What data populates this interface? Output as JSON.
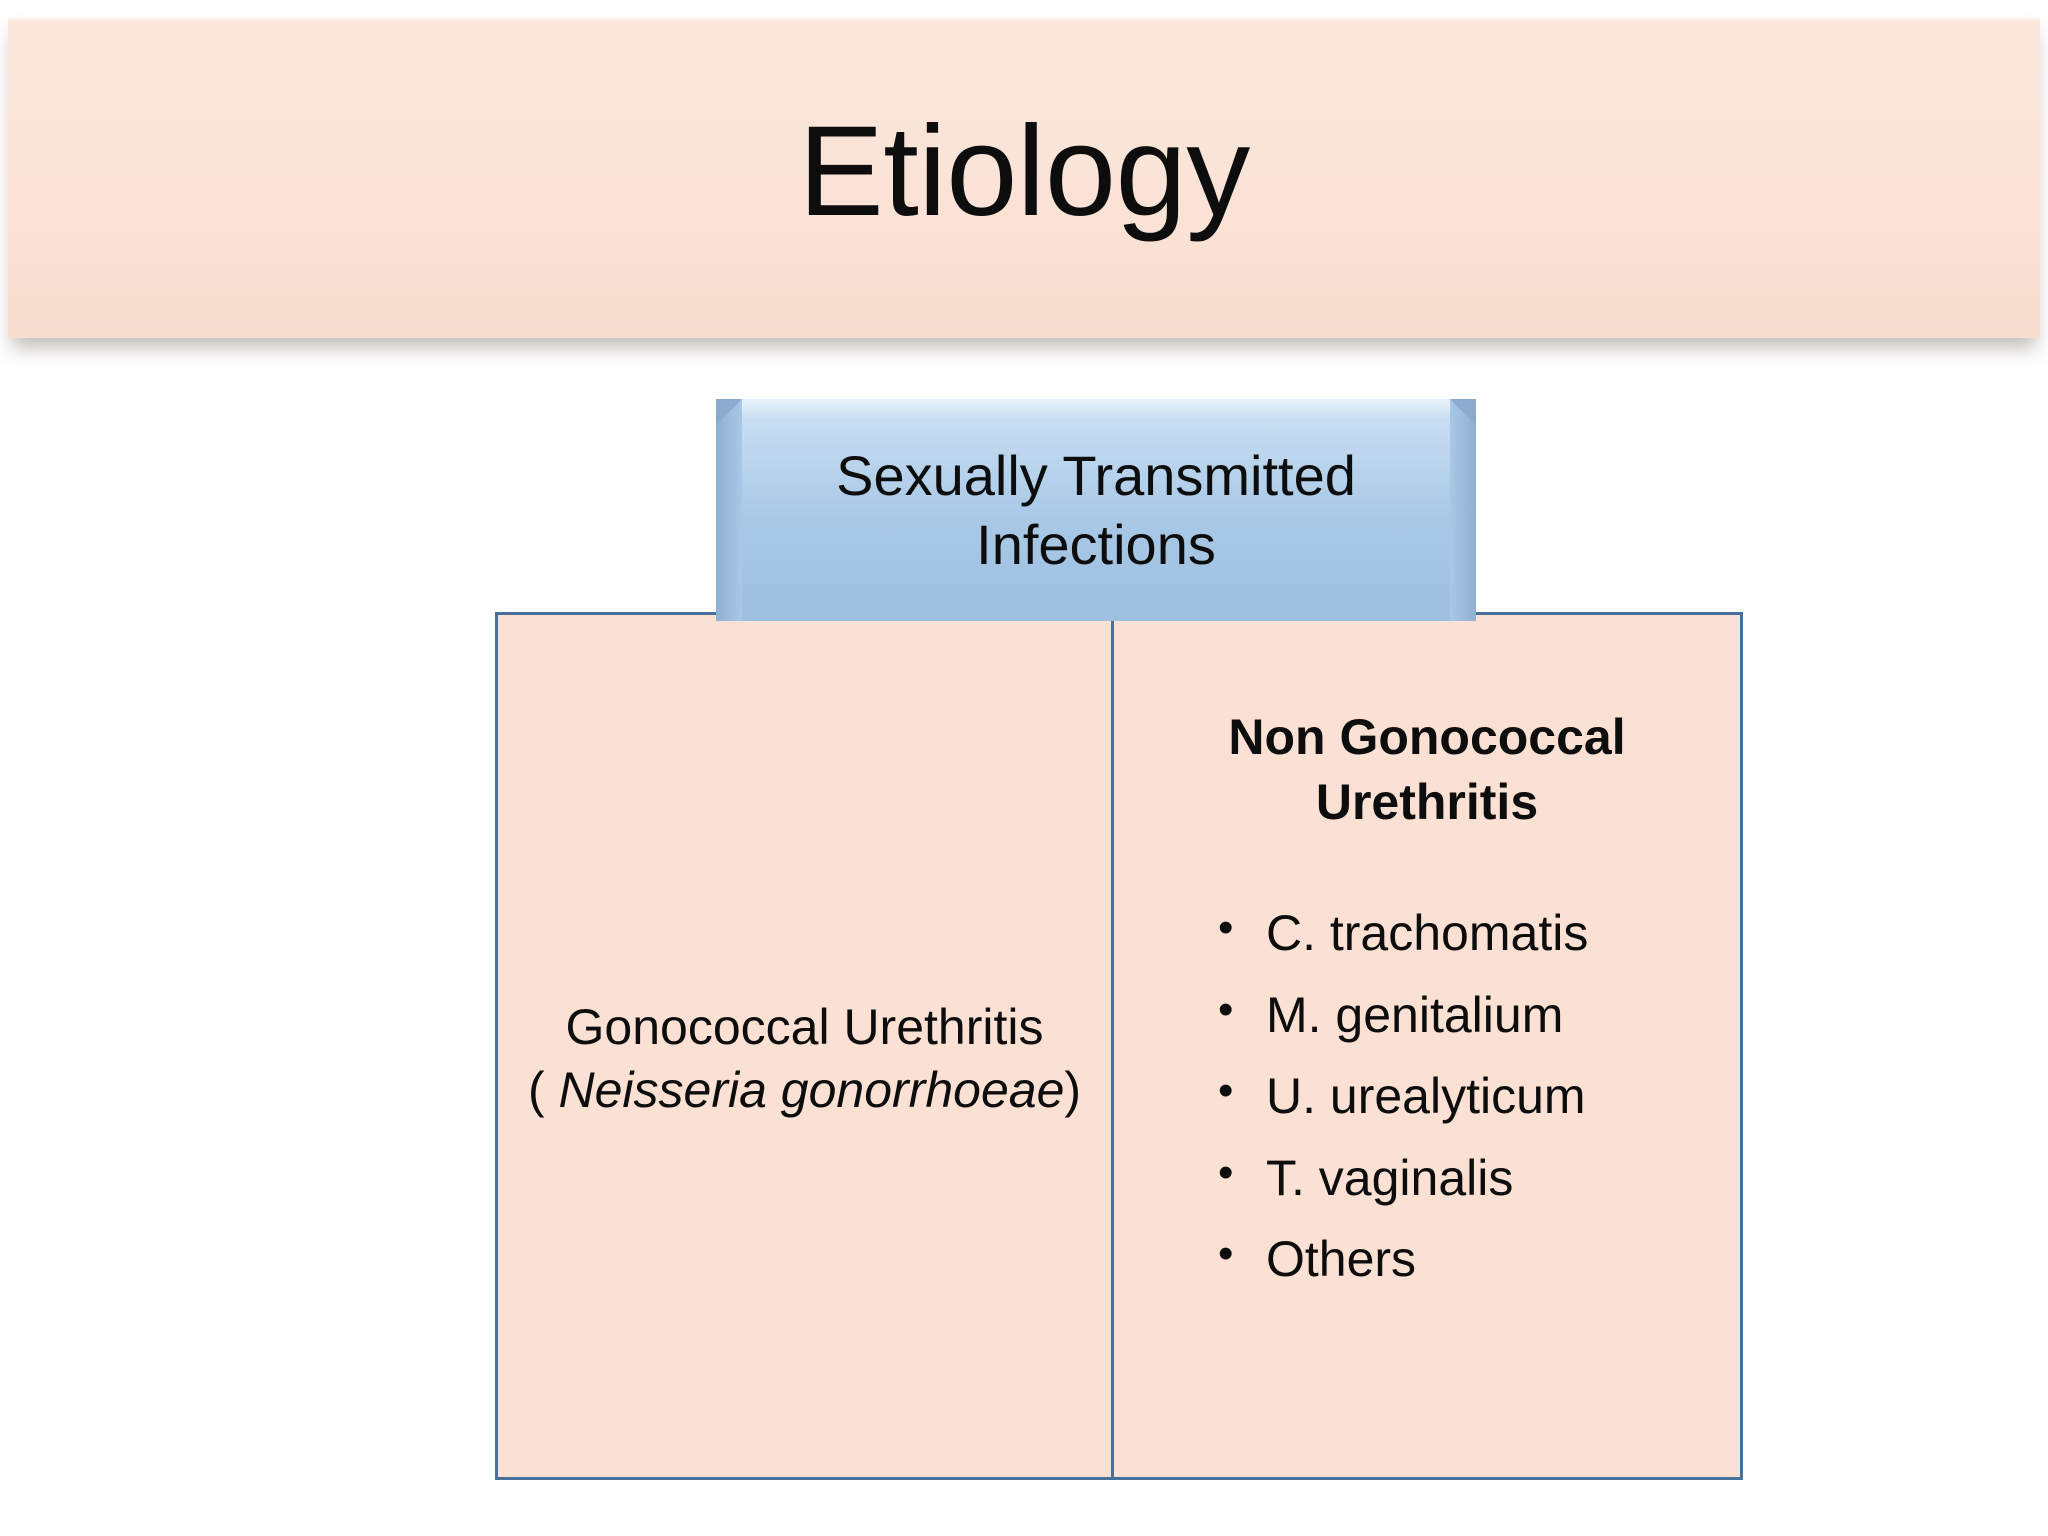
{
  "slide": {
    "title": "Etiology",
    "title_band_color": "#FAE3D6",
    "background_color": "#FFFFFF"
  },
  "header_box": {
    "label_line1": "Sexually Transmitted",
    "label_line2": "Infections",
    "fill_color": "#A8C8E6"
  },
  "table": {
    "border_color": "#45719B",
    "cell_fill_color": "#FBE1D4",
    "left_cell": {
      "line1": "Gonococcal Urethritis",
      "line2_prefix": "( ",
      "line2_species": "Neisseria gonorrhoeae",
      "line2_suffix": ")"
    },
    "right_cell": {
      "heading_line1": "Non Gonococcal",
      "heading_line2": "Urethritis",
      "items": [
        "C. trachomatis",
        "M. genitalium",
        "U. urealyticum",
        "T. vaginalis",
        "Others"
      ]
    }
  }
}
